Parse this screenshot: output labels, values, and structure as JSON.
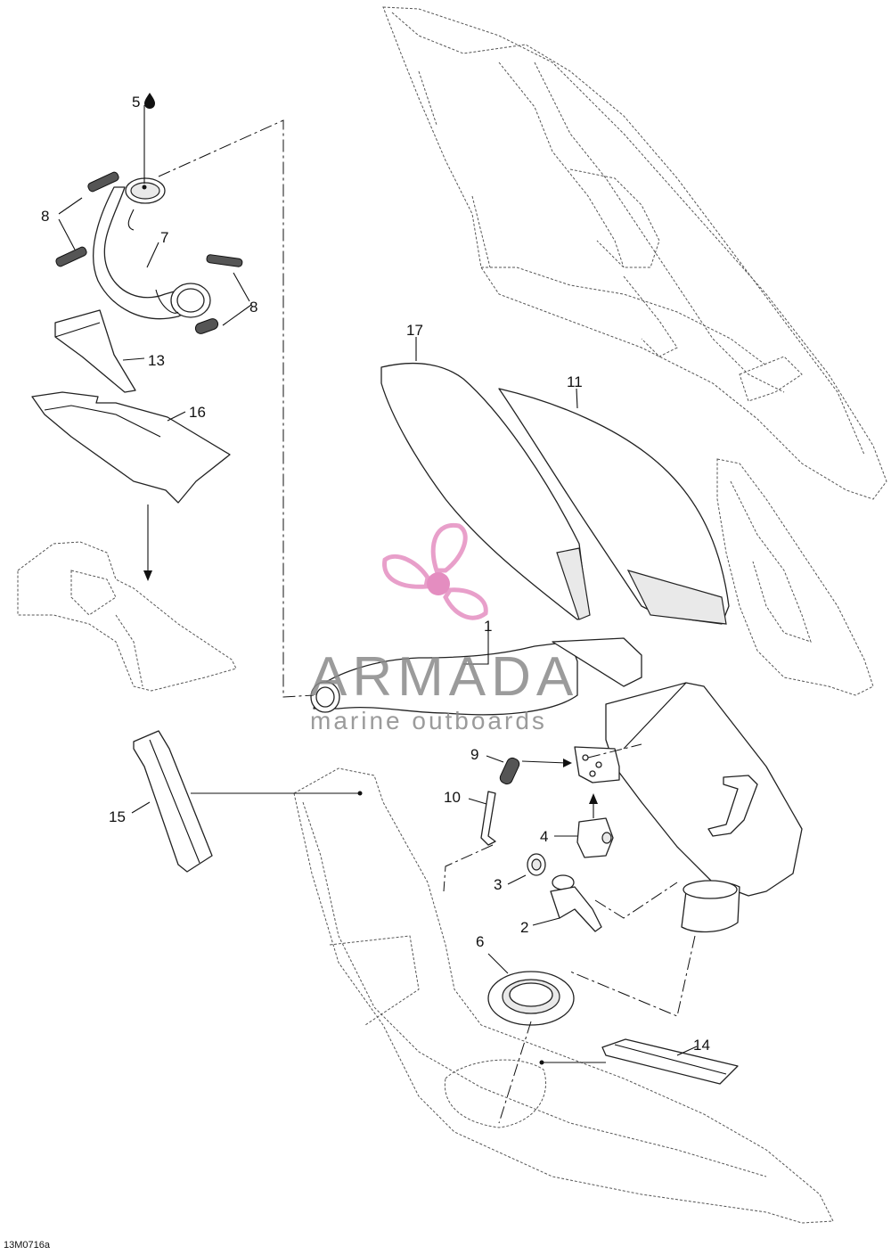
{
  "callouts": {
    "c1": "1",
    "c2": "2",
    "c3": "3",
    "c4": "4",
    "c5": "5",
    "c6": "6",
    "c7": "7",
    "c8a": "8",
    "c8b": "8",
    "c9": "9",
    "c10": "10",
    "c11": "11",
    "c13": "13",
    "c14": "14",
    "c15": "15",
    "c16": "16",
    "c17": "17"
  },
  "watermark": {
    "brand": "ARMADA",
    "tagline": "marine outboards",
    "logo_color": "#e58fc1",
    "logo_center_color": "#e07ab6"
  },
  "reference_code": "13M0716a",
  "icons": {
    "oil_drop": "oil-drop-icon"
  }
}
